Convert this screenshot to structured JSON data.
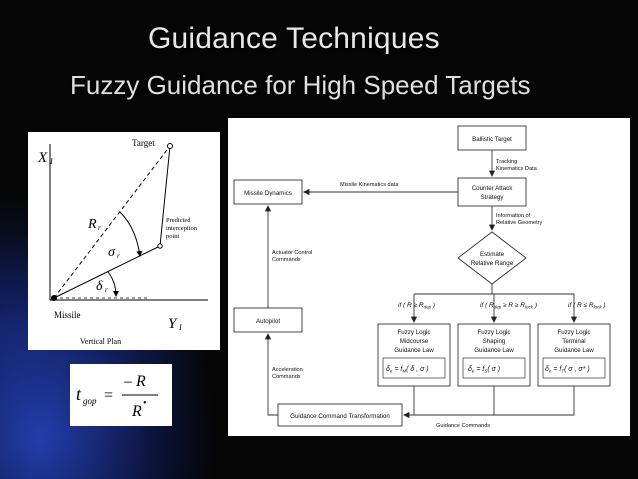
{
  "slide": {
    "title": "Guidance Techniques",
    "subtitle": "Fuzzy Guidance for High Speed Targets"
  },
  "geometry": {
    "axis_y_label": "X",
    "axis_y_sub": "I",
    "axis_x_label": "Y",
    "axis_x_sub": "I",
    "target_label": "Target",
    "missile_label": "Missile",
    "range_label": "R",
    "range_sub": "r",
    "sigma_label": "σ",
    "sigma_sub": "r",
    "delta_label": "δ",
    "delta_sub": "r",
    "intercept_lines": [
      "Predicted",
      "interception",
      "point"
    ],
    "caption": "Vertical Plan"
  },
  "formula": {
    "lhs": "t",
    "lhs_sub": "gop",
    "equals": "=",
    "numerator": "– R",
    "denominator": "R",
    "denominator_dot": "•"
  },
  "blocks": {
    "ballistic_target": "Ballistic Target",
    "missile_dynamics": "Missile Dynamics",
    "counter_attack_1": "Counter Attack",
    "counter_attack_2": "Strategy",
    "estimate_1": "Estimate",
    "estimate_2": "Relative Range",
    "autopilot": "Autopilot",
    "midcourse": [
      "Fuzzy Logic",
      "Midcourse",
      "Guidance Law"
    ],
    "shaping": [
      "Fuzzy Logic",
      "Shaping",
      "Guidance Law"
    ],
    "terminal": [
      "Fuzzy Logic",
      "Terminal",
      "Guidance Law"
    ],
    "gct": "Guidance Command Transformation"
  },
  "flow_labels": {
    "tracking_1": "Tracking",
    "tracking_2": "Kinematics Data",
    "kinematics": "Missile Kinematics data",
    "information_1": "Information of",
    "information_2": "Relative Geometry",
    "actuator_1": "Actuator Control",
    "actuator_2": "Commands",
    "acceleration_1": "Acceleration",
    "acceleration_2": "Commands",
    "guidance_commands": "Guidance Commands"
  },
  "conditions": {
    "c1": "if ( R ≥ R",
    "c1_sub": "dep",
    "c1_end": " )",
    "c2": "if ( R",
    "c2_sub_a": "dep",
    "c2_mid": " ≥ R ≥ R",
    "c2_sub_b": "lock",
    "c2_end": " )",
    "c3": "if ( R ≤ R",
    "c3_sub": "lock",
    "c3_end": " )"
  },
  "law_formulas": {
    "f1": "δ",
    "f1_sub": "e",
    "f1_rest": " = f",
    "f1_rest_sub": "M",
    "f1_args": "( δ , σ )",
    "f2": "δ",
    "f2_sub": "e",
    "f2_rest": " = f",
    "f2_rest_sub": "S",
    "f2_args": "( σ )",
    "f3": "δ",
    "f3_sub": "e",
    "f3_rest": " = f",
    "f3_rest_sub": "T",
    "f3_args": "( σ , σ* )"
  }
}
